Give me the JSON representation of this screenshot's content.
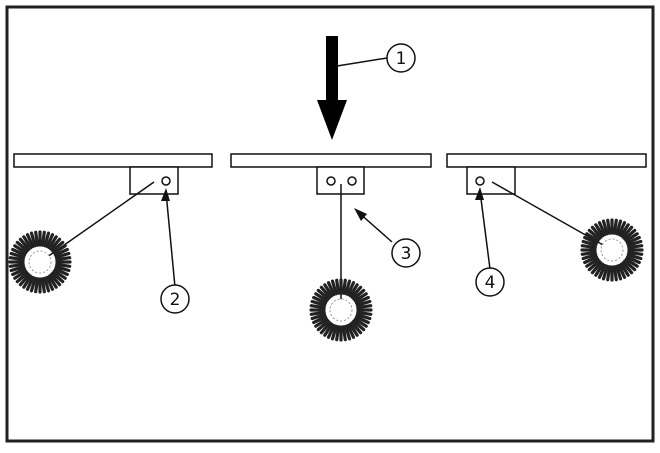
{
  "callouts": [
    {
      "id": "1",
      "label": "1"
    },
    {
      "id": "2",
      "label": "2"
    },
    {
      "id": "3",
      "label": "3"
    },
    {
      "id": "4",
      "label": "4"
    }
  ],
  "colors": {
    "frame": "#222222",
    "line": "#111111",
    "arrow": "#000000",
    "paper": "#ffffff"
  }
}
